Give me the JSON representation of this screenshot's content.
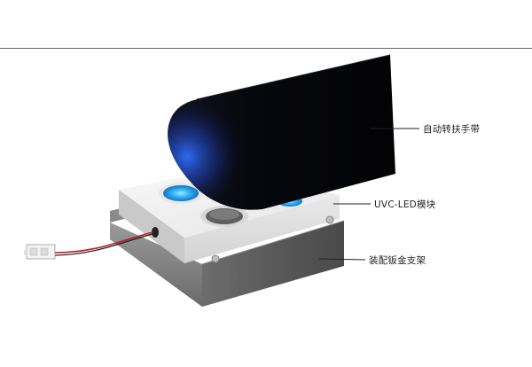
{
  "callouts": {
    "strap": "自动转扶手带",
    "module": "UVC-LED模块",
    "bracket": "装配钣金支架"
  },
  "colors": {
    "background": "#ffffff",
    "rule": "#6a6a6a",
    "strap": "#0a0a10",
    "uv_glow": "#2f9dff",
    "module_body": "#f2f2f2",
    "bracket": "#5a5a5a",
    "cable_red": "#c21a1a",
    "leader": "#222222"
  }
}
